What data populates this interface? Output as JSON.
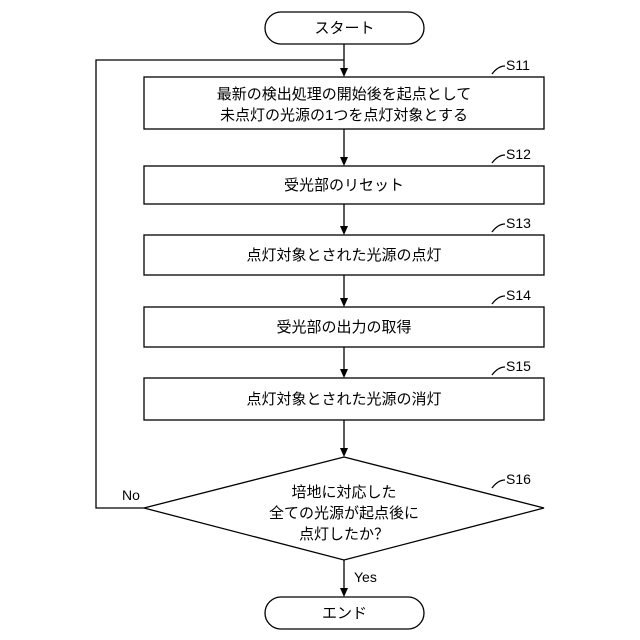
{
  "start": {
    "label": "スタート"
  },
  "end": {
    "label": "エンド"
  },
  "steps": [
    {
      "id": "S11",
      "lines": [
        "最新の検出処理の開始後を起点として",
        "未点灯の光源の1つを点灯対象とする"
      ]
    },
    {
      "id": "S12",
      "lines": [
        "受光部のリセット"
      ]
    },
    {
      "id": "S13",
      "lines": [
        "点灯対象とされた光源の点灯"
      ]
    },
    {
      "id": "S14",
      "lines": [
        "受光部の出力の取得"
      ]
    },
    {
      "id": "S15",
      "lines": [
        "点灯対象とされた光源の消灯"
      ]
    }
  ],
  "decision": {
    "id": "S16",
    "lines": [
      "培地に対応した",
      "全ての光源が起点後に",
      "点灯したか？"
    ],
    "no_label": "No",
    "yes_label": "Yes"
  }
}
